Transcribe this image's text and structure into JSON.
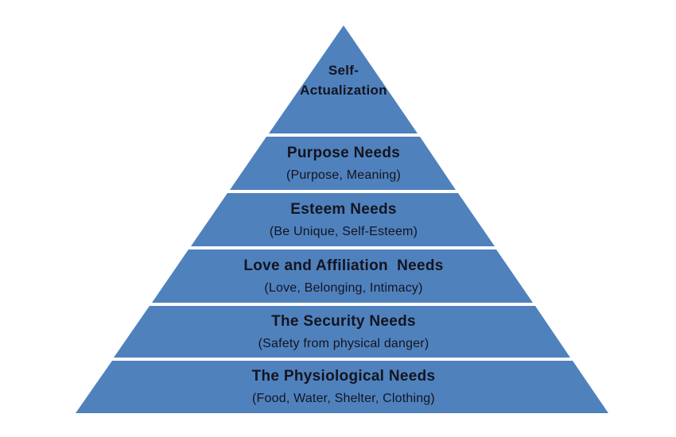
{
  "colors": {
    "pyramid_fill": "#4F81BD",
    "text_color": "#14141F",
    "separator": "#FFFFFF",
    "background": "#FFFFFF"
  },
  "pyramid": {
    "type": "pyramid-diagram",
    "level_count": 6,
    "levels": [
      {
        "title": "Self-Actualization",
        "title_lines": [
          "Self-",
          "Actualization"
        ],
        "subtitle": ""
      },
      {
        "title": "Purpose Needs",
        "subtitle": "(Purpose, Meaning)"
      },
      {
        "title": "Esteem Needs",
        "subtitle": "(Be Unique, Self-Esteem)"
      },
      {
        "title": "Love and Affiliation  Needs",
        "subtitle": "(Love, Belonging, Intimacy)"
      },
      {
        "title": "The Security Needs",
        "subtitle": "(Safety from physical danger)"
      },
      {
        "title": "The Physiological Needs",
        "subtitle": "(Food, Water, Shelter, Clothing)"
      }
    ]
  }
}
